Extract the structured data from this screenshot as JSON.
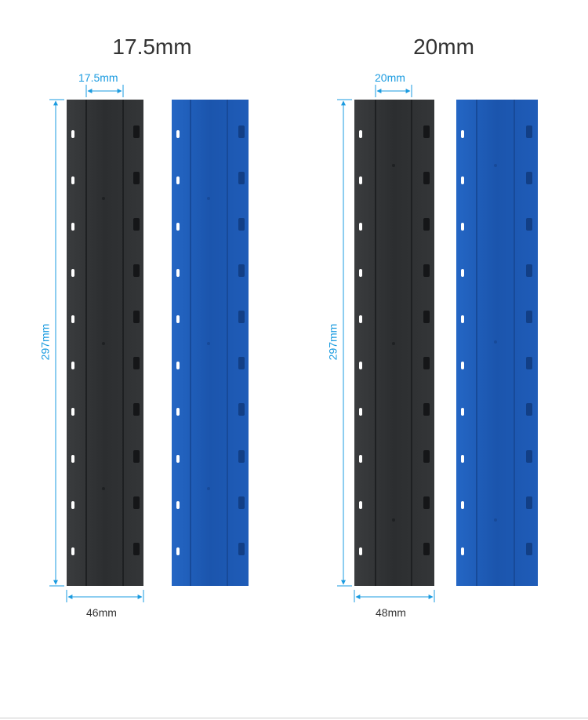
{
  "groups": [
    {
      "title": "17.5mm",
      "spine_label": "17.5mm",
      "height_label": "297mm",
      "width_label": "46mm",
      "strip_colors": [
        "#2f3133",
        "#1f5db8"
      ]
    },
    {
      "title": "20mm",
      "spine_label": "20mm",
      "height_label": "297mm",
      "width_label": "48mm",
      "strip_colors": [
        "#2f3133",
        "#1f5db8"
      ]
    }
  ],
  "colors": {
    "dimension": "#1a9be0",
    "dark_strip": "#2f3133",
    "blue_strip": "#1f5db8"
  }
}
